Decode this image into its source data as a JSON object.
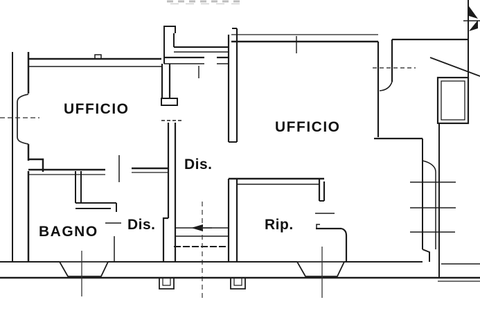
{
  "plan": {
    "description_label": "floor plan line drawing",
    "rooms": [
      {
        "id": "ufficio-left",
        "label": "UFFICIO"
      },
      {
        "id": "ufficio-right",
        "label": "UFFICIO"
      },
      {
        "id": "dis-upper",
        "label": "Dis."
      },
      {
        "id": "bagno",
        "label": "BAGNO"
      },
      {
        "id": "dis-lower",
        "label": "Dis."
      },
      {
        "id": "rip",
        "label": "Rip."
      }
    ],
    "colors": {
      "wall": "#1b1b1b",
      "thin_line": "#2a2a2a",
      "axis_line": "#333333",
      "background": "#ffffff",
      "faded_text_fragment": "#bdbdbd"
    }
  }
}
